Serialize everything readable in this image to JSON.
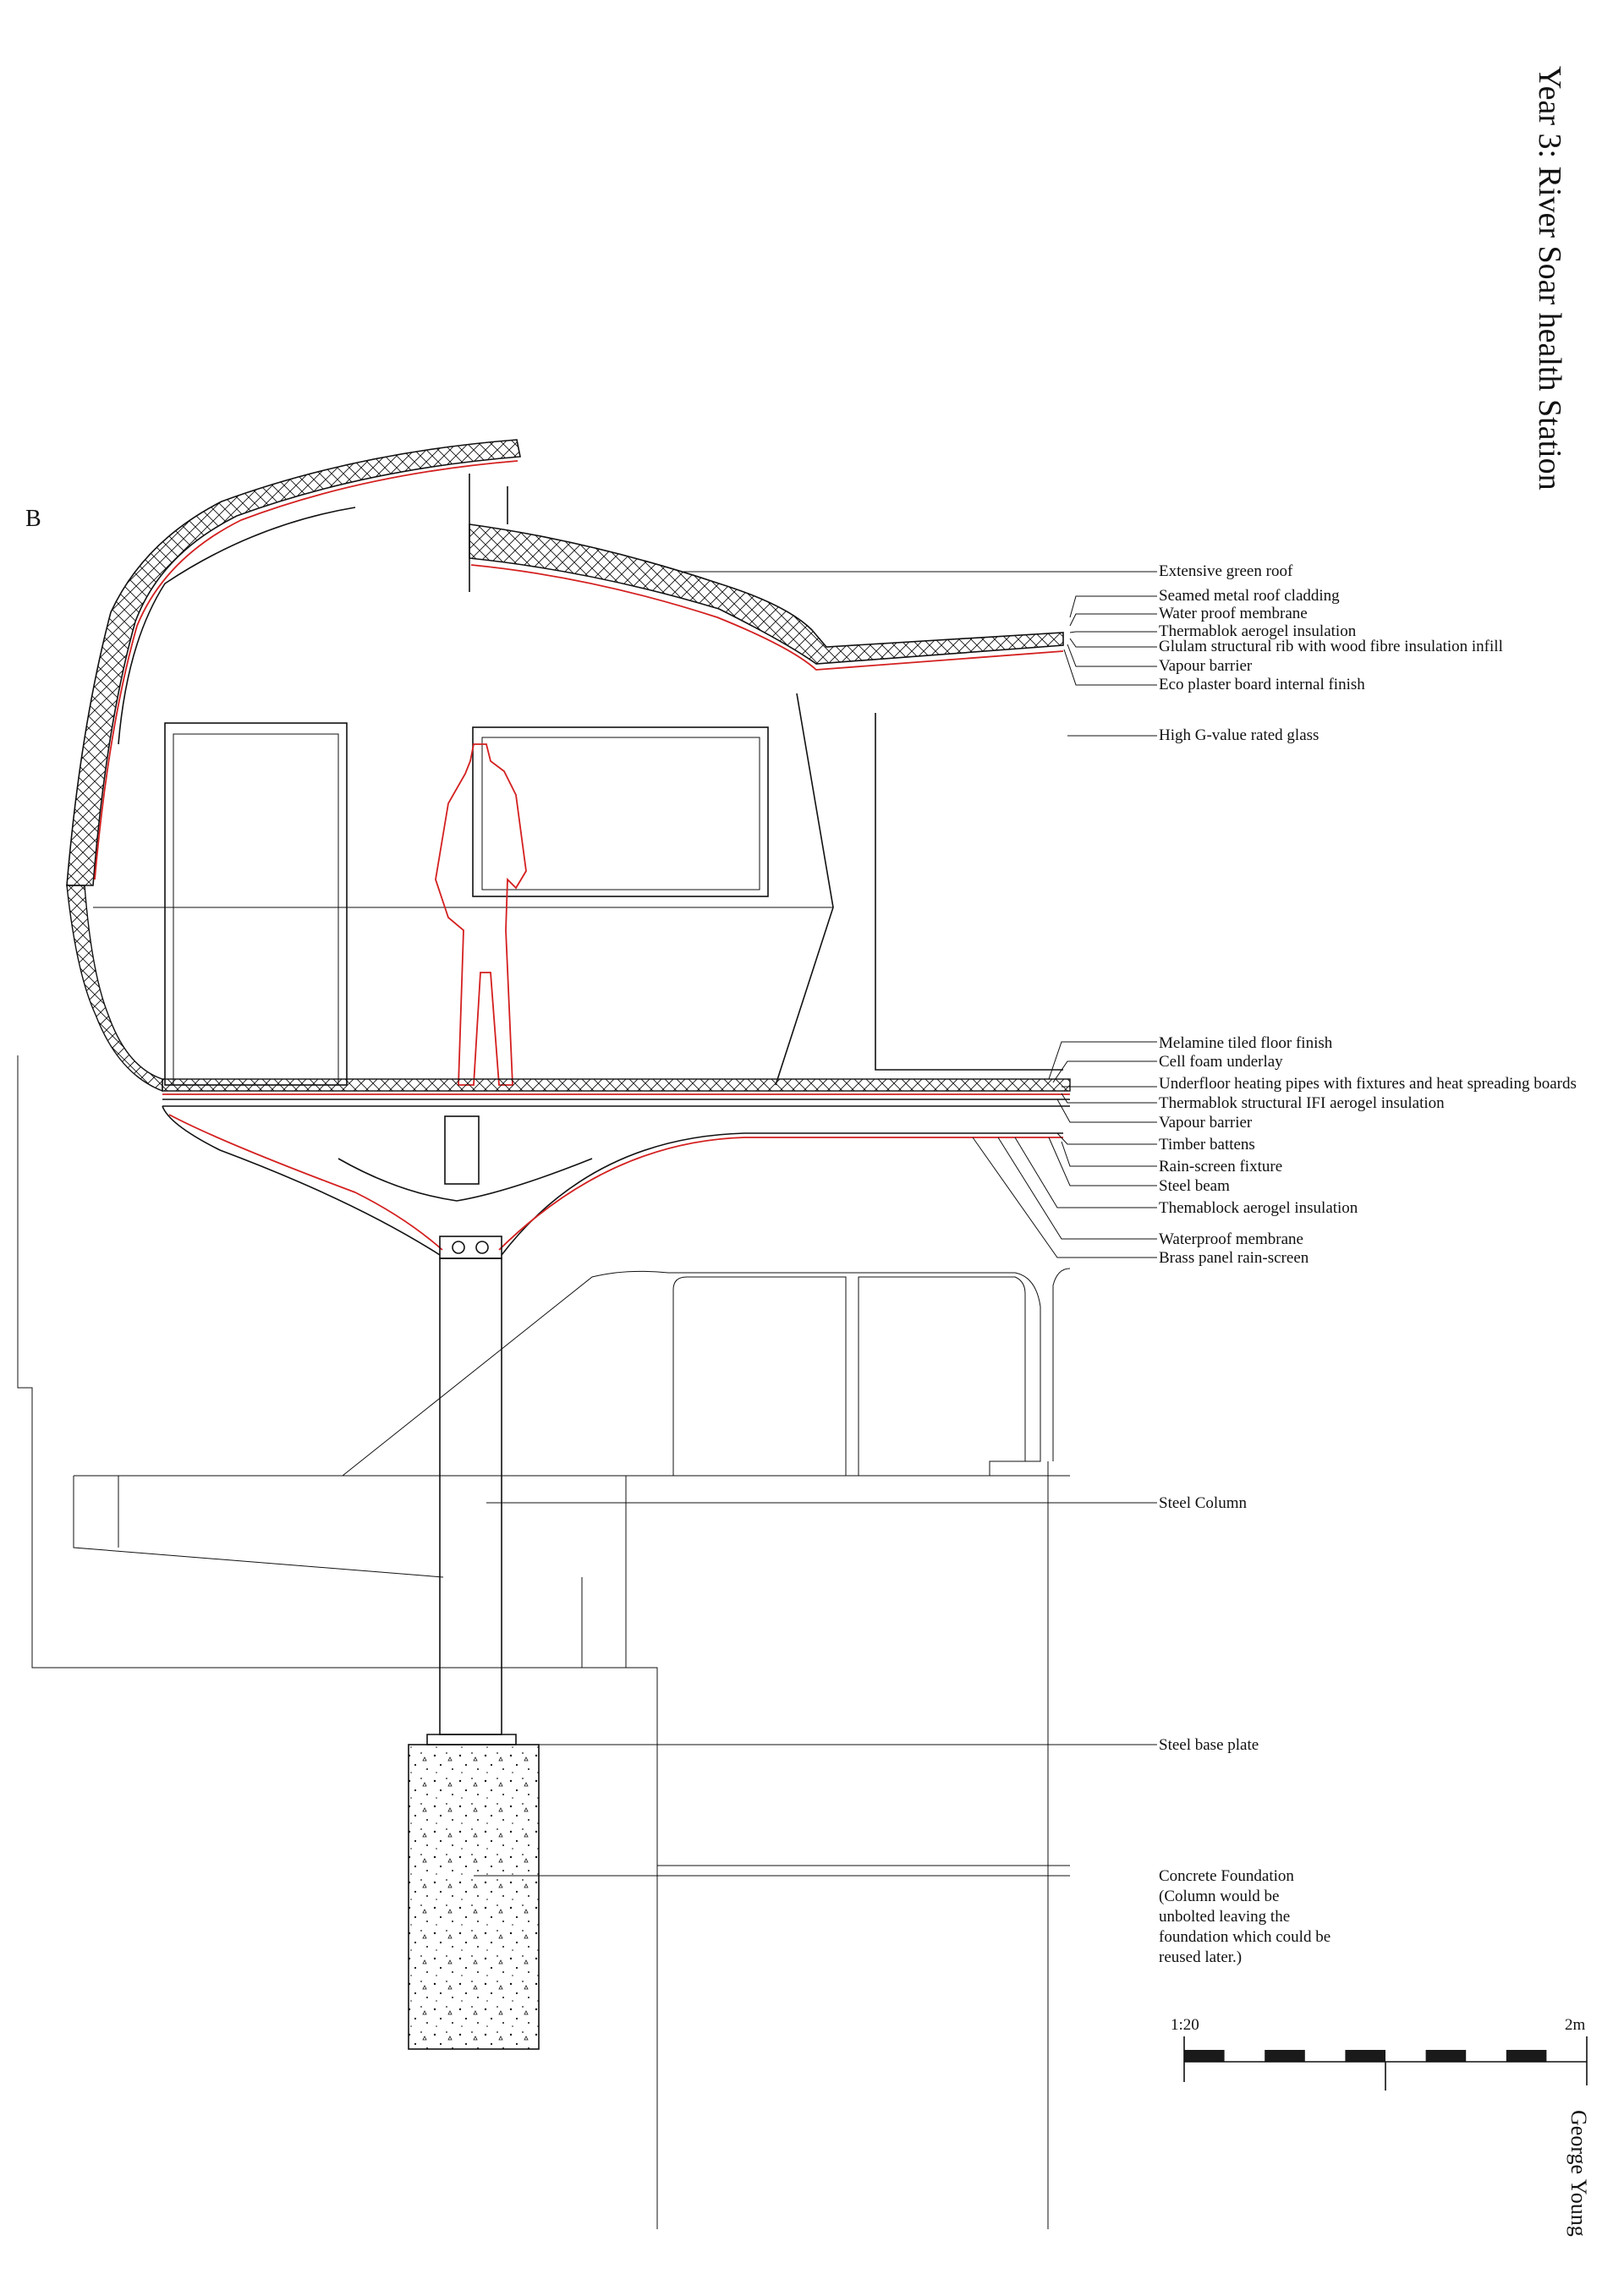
{
  "title": "Year 3: River Soar health Station",
  "author": "George Young",
  "section_marker": "B",
  "colors": {
    "line": "#111111",
    "accent_red": "#d41f1f"
  },
  "labels": {
    "roof": [
      "Extensive green roof",
      "Seamed metal roof cladding",
      "Water proof membrane",
      "Thermablok aerogel insulation",
      "Glulam structural rib with wood fibre insulation infill",
      "Vapour barrier",
      "Eco plaster board internal finish",
      "High G-value rated glass"
    ],
    "floor": [
      "Melamine tiled floor finish",
      "Cell foam underlay",
      "Underfloor heating pipes with fixtures and heat spreading boards",
      "Thermablok structural IFI aerogel insulation",
      "Vapour barrier",
      "Timber battens",
      "Rain-screen fixture",
      "Steel beam",
      "Themablock aerogel insulation",
      "Waterproof membrane",
      "Brass panel rain-screen"
    ],
    "structure": {
      "column": "Steel Column",
      "base_plate": "Steel base plate",
      "foundation": [
        "Concrete Foundation",
        "(Column would be",
        "unbolted leaving the",
        "foundation which could be",
        "reused later.)"
      ]
    }
  },
  "scale_bar": {
    "ratio": "1:20",
    "end_label": "2m",
    "segments": 10
  }
}
